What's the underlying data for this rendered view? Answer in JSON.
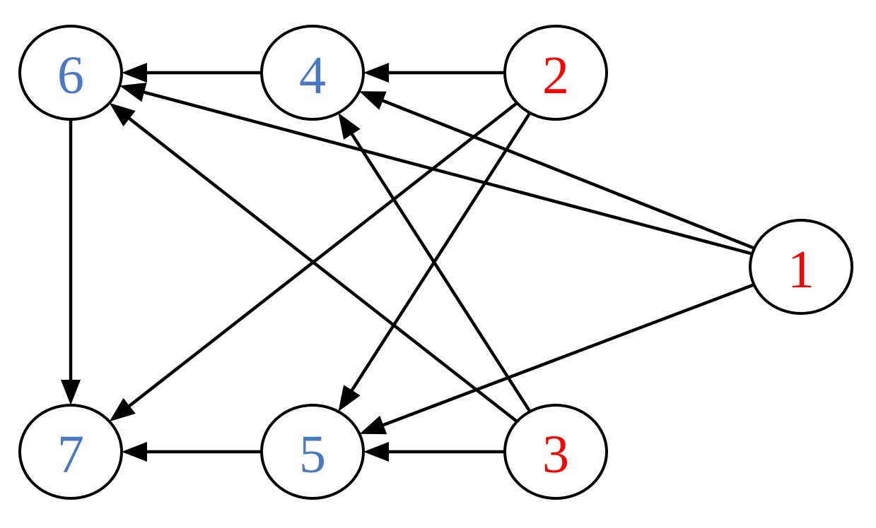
{
  "colors": {
    "source": "#ff0000",
    "target": "#4a78c2",
    "stroke": "#000000",
    "background": "#ffffff"
  },
  "nodes": [
    {
      "id": "1",
      "label": "1",
      "role": "source"
    },
    {
      "id": "2",
      "label": "2",
      "role": "source"
    },
    {
      "id": "3",
      "label": "3",
      "role": "source"
    },
    {
      "id": "4",
      "label": "4",
      "role": "target"
    },
    {
      "id": "5",
      "label": "5",
      "role": "target"
    },
    {
      "id": "6",
      "label": "6",
      "role": "target"
    },
    {
      "id": "7",
      "label": "7",
      "role": "target"
    }
  ],
  "edges": [
    {
      "from": "4",
      "to": "6"
    },
    {
      "from": "2",
      "to": "4"
    },
    {
      "from": "2",
      "to": "7"
    },
    {
      "from": "2",
      "to": "5"
    },
    {
      "from": "1",
      "to": "6"
    },
    {
      "from": "1",
      "to": "4"
    },
    {
      "from": "1",
      "to": "5"
    },
    {
      "from": "6",
      "to": "7"
    },
    {
      "from": "3",
      "to": "6"
    },
    {
      "from": "3",
      "to": "4"
    },
    {
      "from": "3",
      "to": "5"
    },
    {
      "from": "5",
      "to": "7"
    }
  ]
}
